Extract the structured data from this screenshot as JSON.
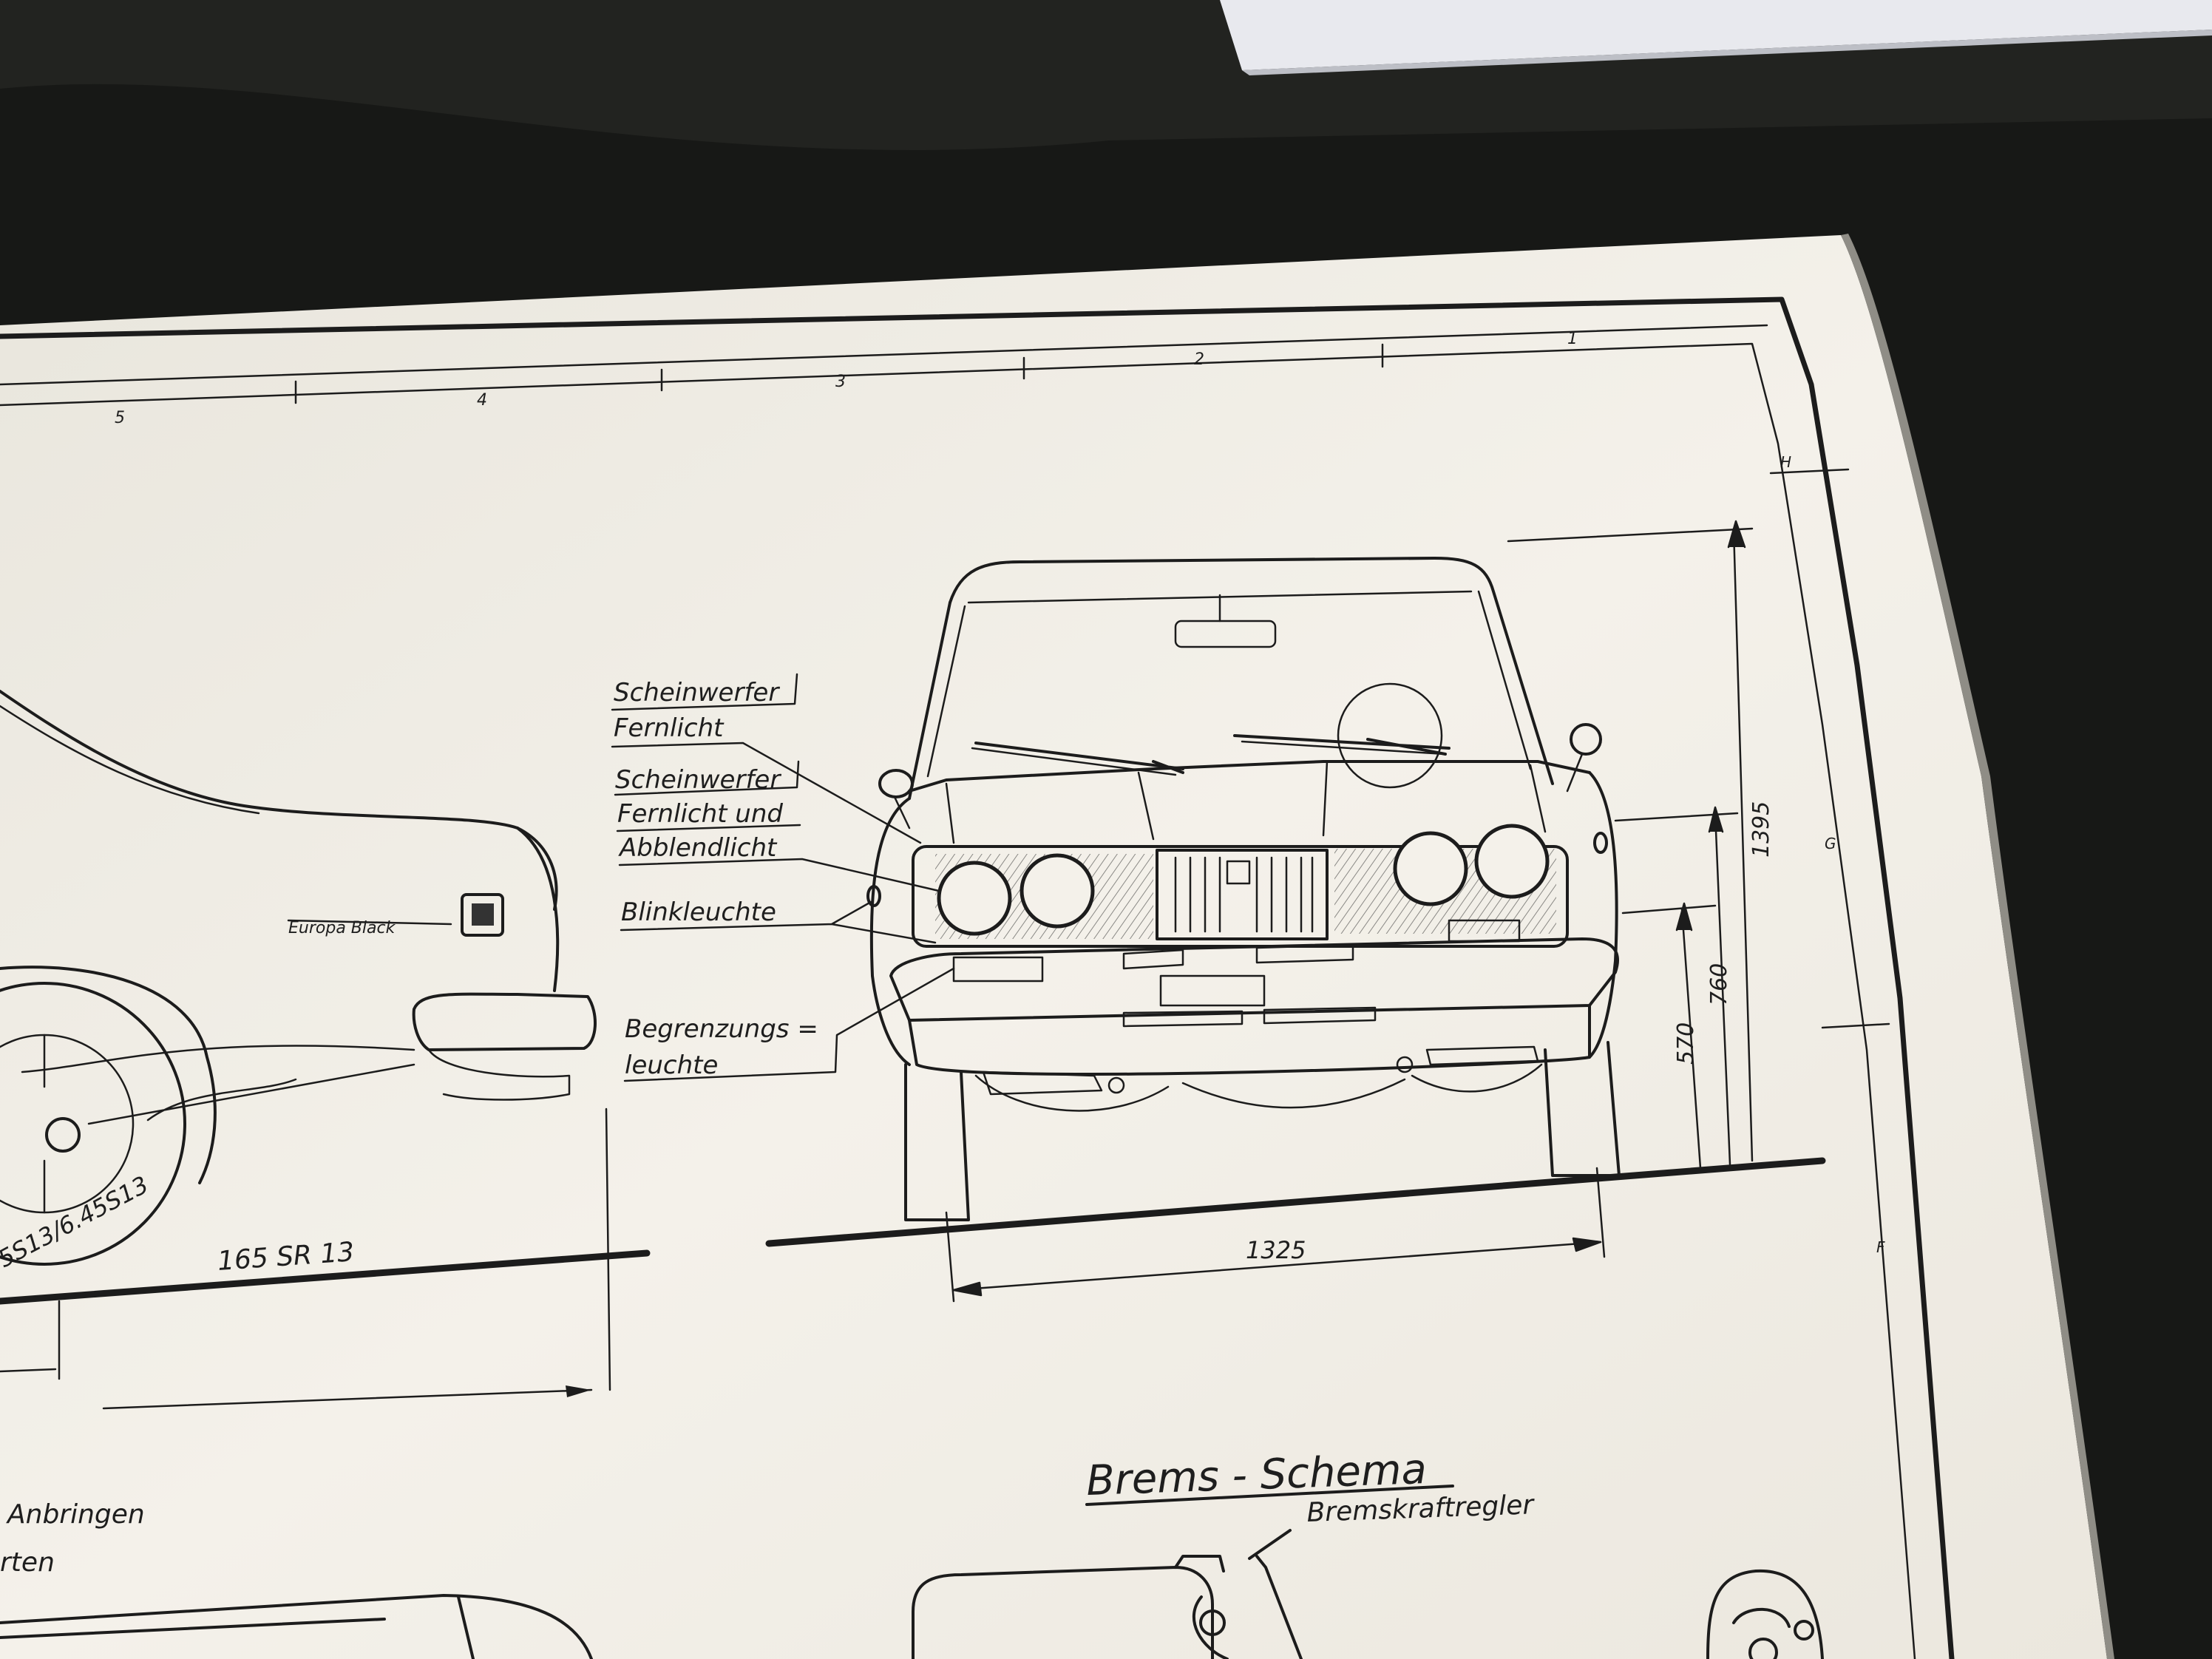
{
  "sheet": {
    "zone_numbers": [
      "5",
      "4",
      "3",
      "2",
      "1"
    ],
    "zone_letters": [
      "H",
      "G",
      "F"
    ]
  },
  "front_view": {
    "callouts": {
      "high_beam": [
        "Scheinwerfer",
        "Fernlicht"
      ],
      "high_low_beam": [
        "Scheinwerfer",
        "Fernlicht und",
        "Abblendlicht"
      ],
      "indicator": "Blinkleuchte",
      "side_light": [
        "Begrenzungs =",
        "leuchte"
      ]
    },
    "dimensions": {
      "overall_height": "1395",
      "headlamp_height": "760",
      "indicator_height": "570",
      "track_width": "1325"
    }
  },
  "side_view": {
    "tire_size": "165 SR 13",
    "rim_label": "5S13/6.45S13",
    "fragment_notes": [
      "Anbringen",
      "rten"
    ]
  },
  "brake_diagram": {
    "title": "Brems - Schema",
    "regulator_label": "Bremskraftregler"
  },
  "colors": {
    "background": "#161715",
    "paper": "#f3f0e8",
    "ink": "#1c1c1c"
  }
}
